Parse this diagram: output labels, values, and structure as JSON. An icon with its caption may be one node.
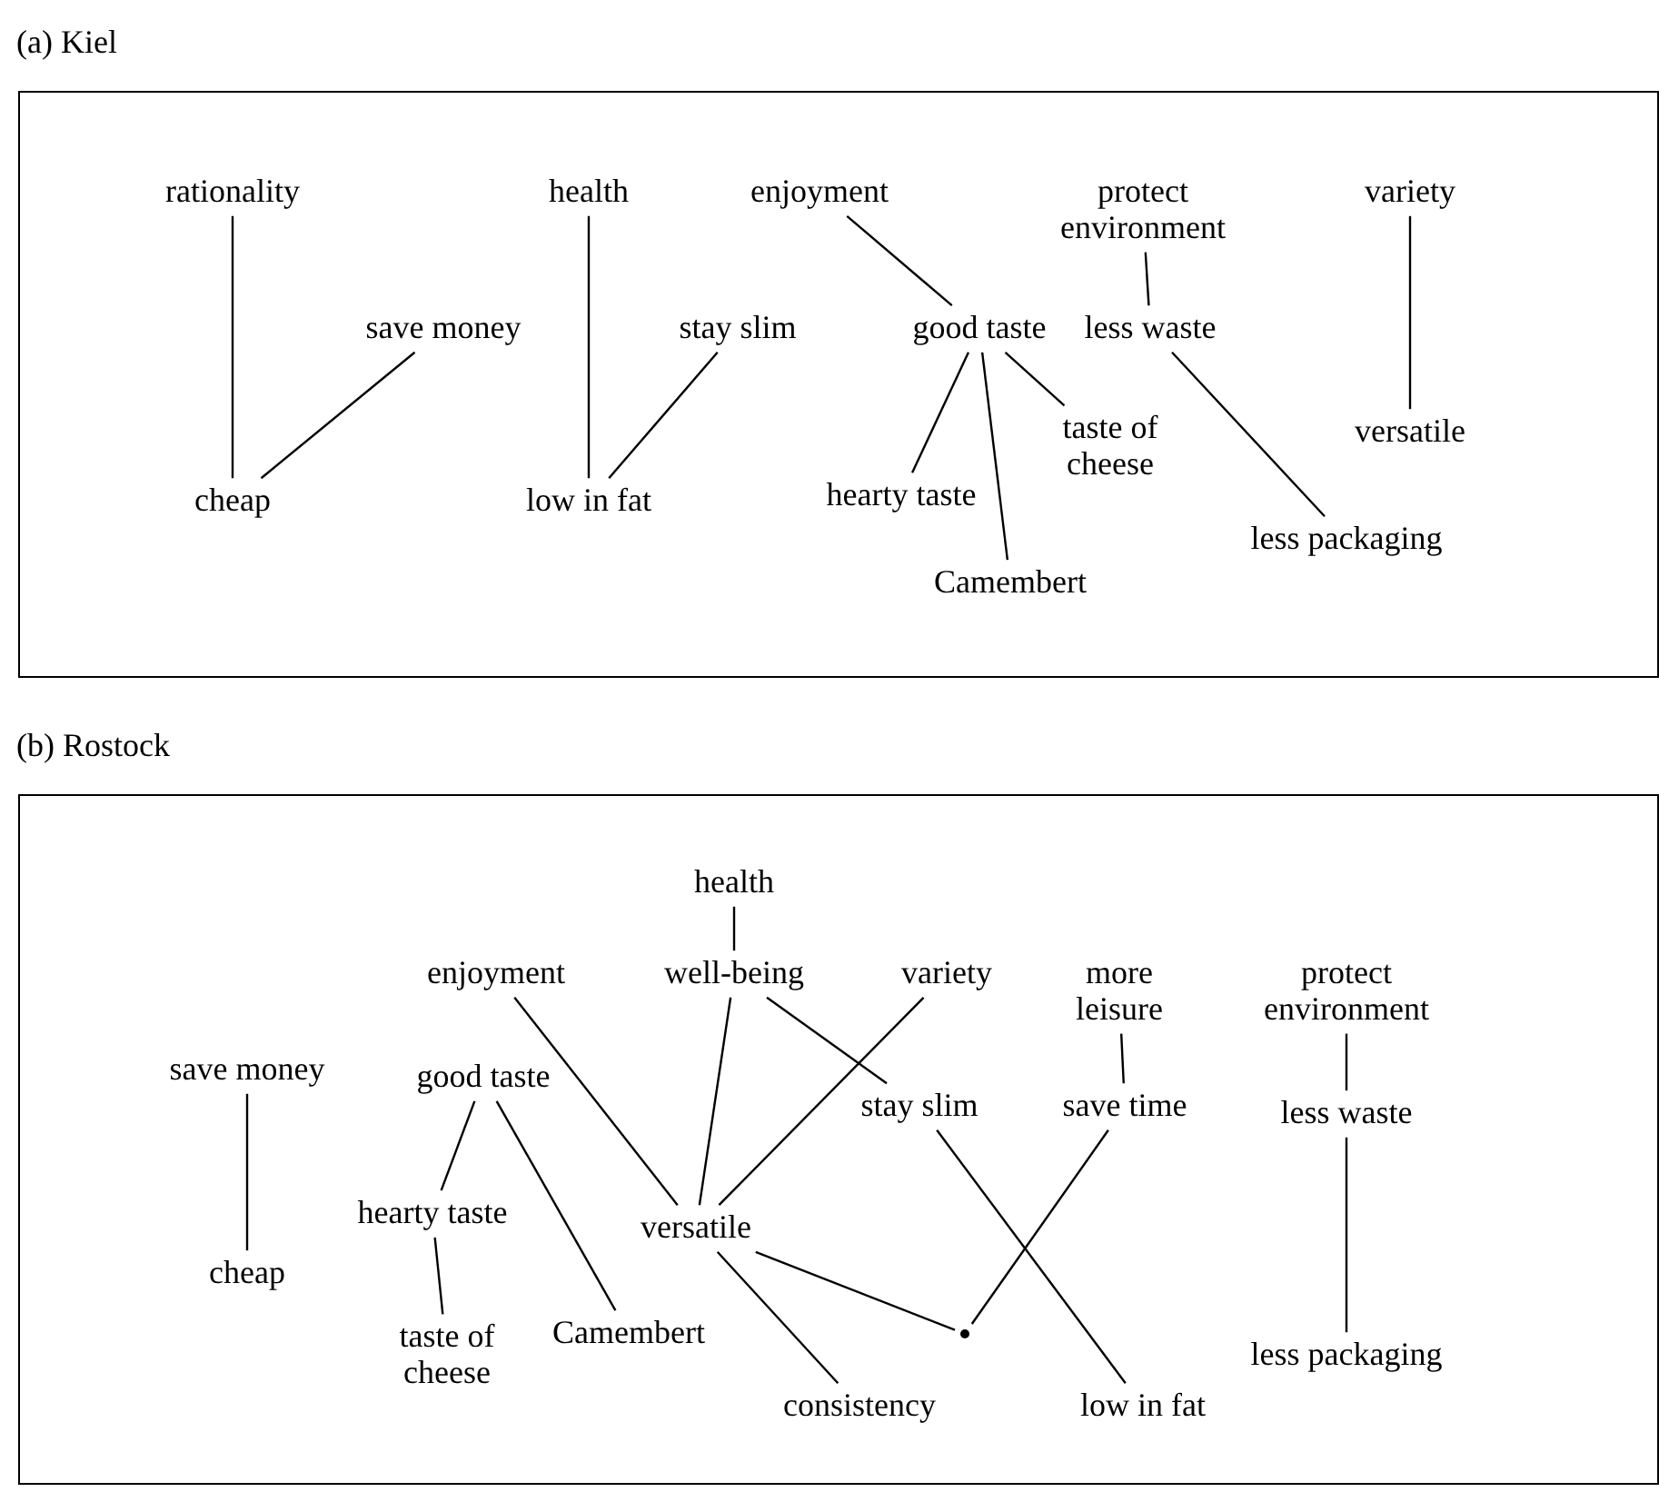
{
  "diagram": {
    "nodes": [
      {
        "text": [
          "(a) Kiel"
        ]
      },
      {
        "text": [
          "rationality"
        ],
        "in": 0
      },
      {
        "text": [
          "health"
        ],
        "in": 0
      },
      {
        "text": [
          "enjoyment"
        ],
        "in": 0
      },
      {
        "text": [
          "protect environment"
        ],
        "in": 0
      },
      {
        "text": [
          "variety"
        ],
        "in": 0
      },
      {
        "text": [
          "save money"
        ],
        "in": 0
      },
      {
        "text": [
          "stay slim"
        ],
        "in": 0
      },
      {
        "text": [
          "good taste"
        ],
        "in": 0
      },
      {
        "text": [
          "less waste"
        ],
        "in": 0
      },
      {
        "text": [
          "versatile"
        ],
        "in": 0
      },
      {
        "text": [
          "cheap"
        ],
        "in": 0
      },
      {
        "text": [
          "low in fat"
        ],
        "in": 0
      },
      {
        "text": [
          "hearty taste"
        ],
        "in": 0
      },
      {
        "text": [
          "taste of cheese"
        ],
        "in": 0
      },
      {
        "text": [
          "less packaging"
        ],
        "in": 0
      },
      {
        "text": [
          "Camembert"
        ],
        "in": 0
      },
      {
        "text": [
          "(b) Rostock"
        ]
      },
      {
        "text": [
          "health"
        ],
        "in": 17
      },
      {
        "text": [
          "enjoyment"
        ],
        "in": 17
      },
      {
        "text": [
          "well-being"
        ],
        "in": 17
      },
      {
        "text": [
          "variety"
        ],
        "in": 17
      },
      {
        "text": [
          "more leisure"
        ],
        "in": 17
      },
      {
        "text": [
          "protect environment"
        ],
        "in": 17
      },
      {
        "text": [
          "save money"
        ],
        "in": 17
      },
      {
        "text": [
          "good taste"
        ],
        "in": 17
      },
      {
        "text": [
          "stay slim"
        ],
        "in": 17
      },
      {
        "text": [
          "save time"
        ],
        "in": 17
      },
      {
        "text": [
          "less waste"
        ],
        "in": 17
      },
      {
        "text": [
          "hearty taste"
        ],
        "in": 17
      },
      {
        "text": [
          "versatile"
        ],
        "in": 17
      },
      {
        "text": [
          "cheap"
        ],
        "in": 17
      },
      {
        "text": [
          "taste of cheese"
        ],
        "in": 17
      },
      {
        "text": [
          "Camembert"
        ],
        "in": 17
      },
      {
        "text": [],
        "shape": "point",
        "in": 17
      },
      {
        "text": [
          "less packaging"
        ],
        "in": 17
      },
      {
        "text": [
          "consistency"
        ],
        "in": 17
      },
      {
        "text": [
          "low in fat"
        ],
        "in": 17
      }
    ],
    "edges": [
      {
        "from": 1,
        "to": 11,
        "arrow": "none"
      },
      {
        "from": 6,
        "to": 11,
        "arrow": "none"
      },
      {
        "from": 2,
        "to": 12,
        "arrow": "none"
      },
      {
        "from": 7,
        "to": 12,
        "arrow": "none"
      },
      {
        "from": 3,
        "to": 8,
        "arrow": "none"
      },
      {
        "from": 8,
        "to": 13,
        "arrow": "none"
      },
      {
        "from": 8,
        "to": 16,
        "arrow": "none"
      },
      {
        "from": 8,
        "to": 14,
        "arrow": "none"
      },
      {
        "from": 4,
        "to": 9,
        "arrow": "none"
      },
      {
        "from": 9,
        "to": 15,
        "arrow": "none"
      },
      {
        "from": 5,
        "to": 10,
        "arrow": "none"
      },
      {
        "from": 18,
        "to": 20,
        "arrow": "none"
      },
      {
        "from": 24,
        "to": 31,
        "arrow": "none"
      },
      {
        "from": 25,
        "to": 29,
        "arrow": "none"
      },
      {
        "from": 25,
        "to": 33,
        "arrow": "none"
      },
      {
        "from": 29,
        "to": 32,
        "arrow": "none"
      },
      {
        "from": 19,
        "to": 30,
        "arrow": "none"
      },
      {
        "from": 20,
        "to": 30,
        "arrow": "none"
      },
      {
        "from": 21,
        "to": 30,
        "arrow": "none"
      },
      {
        "from": 20,
        "to": 26,
        "arrow": "none"
      },
      {
        "from": 26,
        "to": 37,
        "arrow": "none"
      },
      {
        "from": 22,
        "to": 27,
        "arrow": "none"
      },
      {
        "from": 27,
        "to": 34,
        "arrow": "none"
      },
      {
        "from": 30,
        "to": 34,
        "arrow": "none"
      },
      {
        "from": 30,
        "to": 36,
        "arrow": "none"
      },
      {
        "from": 23,
        "to": 28,
        "arrow": "none"
      },
      {
        "from": 28,
        "to": 35,
        "arrow": "none"
      }
    ]
  }
}
